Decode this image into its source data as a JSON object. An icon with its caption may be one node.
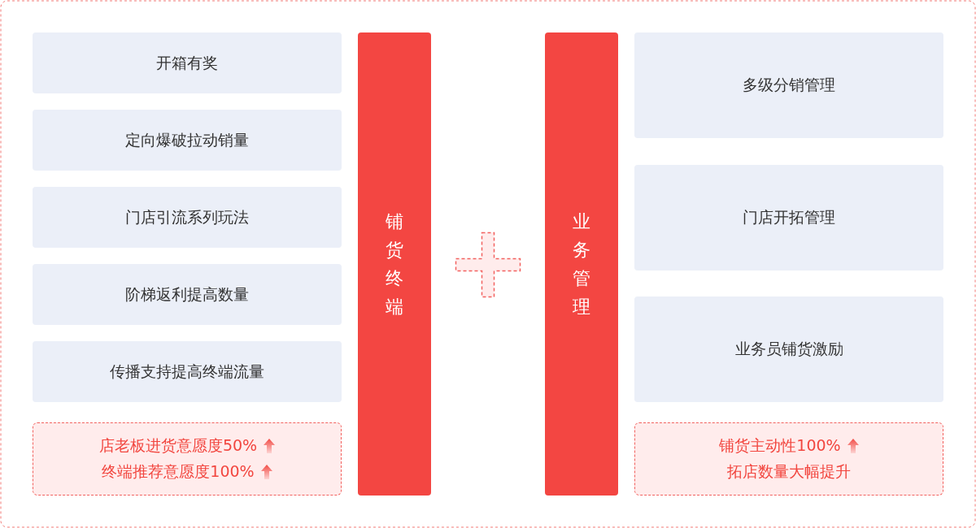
{
  "diagram": {
    "nodes": [
      {
        "text": [
          "开箱有奖"
        ]
      },
      {
        "text": [
          "定向爆破拉动销量"
        ]
      },
      {
        "text": [
          "门店引流系列玩法"
        ]
      },
      {
        "text": [
          "阶梯返利提高数量"
        ]
      },
      {
        "text": [
          "传播支持提高终端流量"
        ]
      },
      {
        "text": [
          "店老板进货意愿度50%",
          "终端推荐意愿度100%"
        ]
      },
      {
        "text": [
          "铺货终端"
        ]
      },
      {
        "text": [],
        "shape": "cross"
      },
      {
        "text": [
          "业务管理"
        ]
      },
      {
        "text": [
          "多级分销管理"
        ]
      },
      {
        "text": [
          "门店开拓管理"
        ]
      },
      {
        "text": [
          "业务员铺货激励"
        ]
      },
      {
        "text": [
          "铺货主动性100%",
          "拓店数量大幅提升"
        ]
      }
    ]
  }
}
